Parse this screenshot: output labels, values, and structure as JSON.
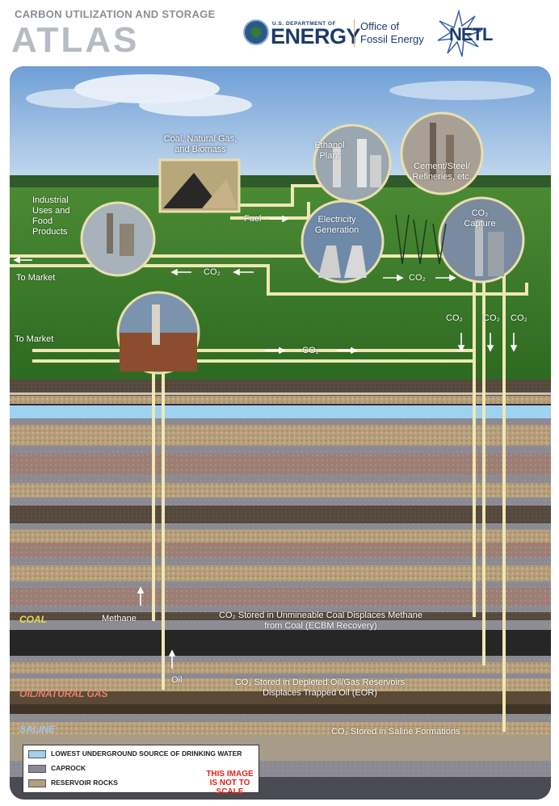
{
  "header": {
    "subtitle": "CARBON UTILIZATION AND STORAGE",
    "title": "ATLAS",
    "doe_small": "U.S. DEPARTMENT OF",
    "doe_big": "ENERGY",
    "office": "Office of\nFossil Energy",
    "netl": "NETL"
  },
  "labels": {
    "coal_gas_biomass": "Coal, Natural Gas,\nand Biomass",
    "ethanol": "Ethanol\nPlant",
    "cement": "Cement/Steel/\nRefineries, etc.",
    "industrial": "Industrial\nUses and\nFood\nProducts",
    "electricity": "Electricity\nGeneration",
    "capture": "CO₂\nCapture",
    "fuel": "Fuel",
    "to_market_1": "To Market",
    "to_market_2": "To Market",
    "co2_a": "CO₂",
    "co2_b": "CO₂",
    "co2_c": "CO₂",
    "co2_d1": "CO₂",
    "co2_d2": "CO₂",
    "co2_d3": "CO₂",
    "methane": "Methane",
    "oil": "Oil",
    "coal_store": "CO₂ Stored in Unmineable Coal Displaces Methane\nfrom Coal (ECBM Recovery)",
    "oil_store": "CO₂ Stored in Depleted Oil/Gas Reservoirs\nDisplaces Trapped Oil (EOR)",
    "saline_store": "CO₂ Stored in Saline Formations"
  },
  "layers": {
    "coal": "COAL",
    "oil_gas": "OIL/NATURAL GAS",
    "saline": "SALINE"
  },
  "legend": {
    "water": "LOWEST UNDERGROUND SOURCE OF DRINKING WATER",
    "caprock": "CAPROCK",
    "reservoir": "RESERVOIR ROCKS",
    "scale": "THIS IMAGE\nIS NOT TO SCALE"
  },
  "colors": {
    "pipe": "#efe7b5",
    "grass": "#3f7d2b",
    "sky": "#8fb4df",
    "water": "#9ed2ee",
    "caprock": "#8b8a92",
    "reservoir": "#b79f7b",
    "coal_band": "#2a2a2a",
    "coal_label": "#e8d84a",
    "oil_label": "#e3826e",
    "saline_label": "#9cc6ea",
    "scale_note": "#e0231c"
  },
  "icons": [
    "doe-seal-icon",
    "netl-star-icon",
    "arrow-right-icon",
    "arrow-left-icon",
    "arrow-down-icon",
    "arrow-up-icon"
  ]
}
